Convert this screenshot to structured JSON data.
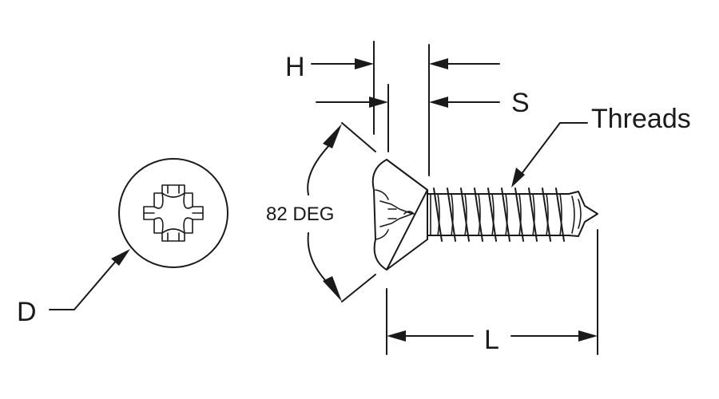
{
  "labels": {
    "h": "H",
    "s": "S",
    "threads": "Threads",
    "angle": "82 DEG",
    "d": "D",
    "l": "L"
  },
  "colors": {
    "line": "#1a1a1a",
    "background": "#ffffff"
  }
}
